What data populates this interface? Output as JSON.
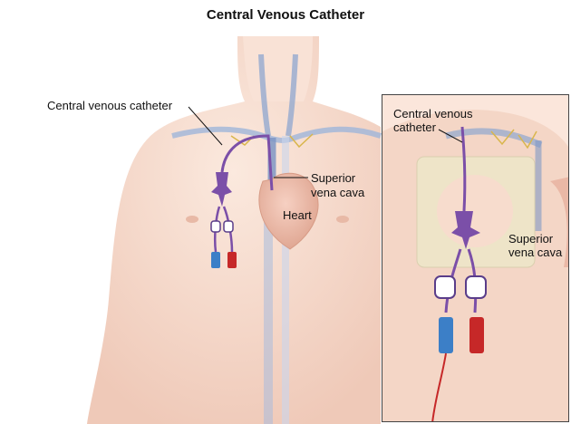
{
  "title": "Central Venous Catheter",
  "main_labels": {
    "catheter": "Central venous catheter",
    "svc_line1": "Superior",
    "svc_line2": "vena cava",
    "heart": "Heart"
  },
  "inset_labels": {
    "catheter_line1": "Central venous",
    "catheter_line2": "catheter",
    "svc_line1": "Superior",
    "svc_line2": "vena cava"
  },
  "colors": {
    "skin": "#f6ddd0",
    "vein_blue": "#8ea6cf",
    "catheter_purple": "#7b4fa8",
    "cap_red": "#c62828",
    "cap_blue": "#3c7fc7",
    "dressing": "#eee5c9"
  }
}
